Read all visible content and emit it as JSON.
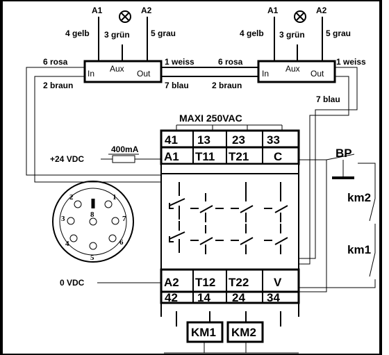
{
  "modules": [
    {
      "lamp_a1": "A1",
      "lamp_a2": "A2",
      "wire_4": "4 gelb",
      "wire_3": "3 grün",
      "wire_5": "5 grau",
      "wire_6": "6 rosa",
      "wire_1": "1 weiss",
      "wire_2": "2 braun",
      "wire_7": "7 blau",
      "port_in": "In",
      "port_aux": "Aux",
      "port_out": "Out"
    },
    {
      "lamp_a1": "A1",
      "lamp_a2": "A2",
      "wire_4": "4 gelb",
      "wire_3": "3 grün",
      "wire_5": "5 grau",
      "wire_6": "6 rosa",
      "wire_1": "1 weiss",
      "wire_2": "2 braun",
      "wire_7": "7 blau",
      "port_in": "In",
      "port_aux": "Aux",
      "port_out": "Out"
    }
  ],
  "relay": {
    "title": "MAXI 250VAC",
    "top_row": [
      "41",
      "13",
      "23",
      "33"
    ],
    "upper_row": [
      "A1",
      "T11",
      "T21",
      "C"
    ],
    "lower_row": [
      "A2",
      "T12",
      "T22",
      "V"
    ],
    "bottom_row": [
      "42",
      "14",
      "24",
      "34"
    ]
  },
  "supply": {
    "plus": "+24 VDC",
    "fuse": "400mA",
    "zero": "0 VDC"
  },
  "switches": {
    "bp": "BP",
    "km2": "km2",
    "km1": "km1"
  },
  "outputs": [
    "KM1",
    "KM2"
  ],
  "connector_pins": [
    "1",
    "2",
    "3",
    "4",
    "5",
    "6",
    "7",
    "8"
  ]
}
